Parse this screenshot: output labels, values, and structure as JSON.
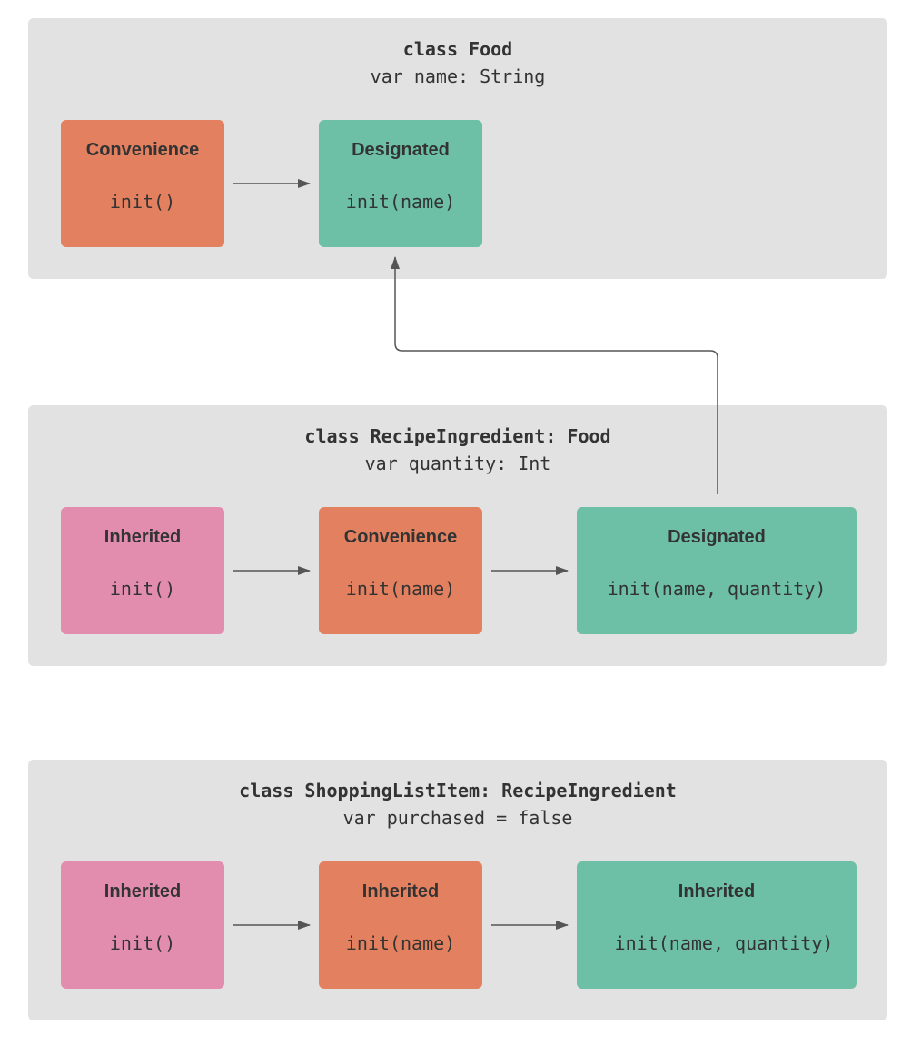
{
  "colors": {
    "panel": "#e2e2e2",
    "convenience": "#e3805f",
    "designated": "#6dc0a5",
    "inherited_pink": "#e28dae",
    "arrow": "#555555",
    "text": "#333333"
  },
  "panels": [
    {
      "title": "class Food",
      "property": "var name: String",
      "boxes": [
        {
          "kind": "Convenience",
          "signature": "init()",
          "color": "orange"
        },
        {
          "kind": "Designated",
          "signature": "init(name)",
          "color": "green"
        }
      ]
    },
    {
      "title": "class RecipeIngredient: Food",
      "property": "var quantity: Int",
      "boxes": [
        {
          "kind": "Inherited",
          "signature": "init()",
          "color": "pink"
        },
        {
          "kind": "Convenience",
          "signature": "init(name)",
          "color": "orange"
        },
        {
          "kind": "Designated",
          "signature": "init(name, quantity)",
          "color": "green"
        }
      ]
    },
    {
      "title": "class ShoppingListItem: RecipeIngredient",
      "property": "var purchased = false",
      "boxes": [
        {
          "kind": "Inherited",
          "signature": "init()",
          "color": "pink"
        },
        {
          "kind": "Inherited",
          "signature": "init(name)",
          "color": "orange"
        },
        {
          "kind": "Inherited",
          "signature": "init(name, quantity)",
          "color": "green"
        }
      ]
    }
  ]
}
